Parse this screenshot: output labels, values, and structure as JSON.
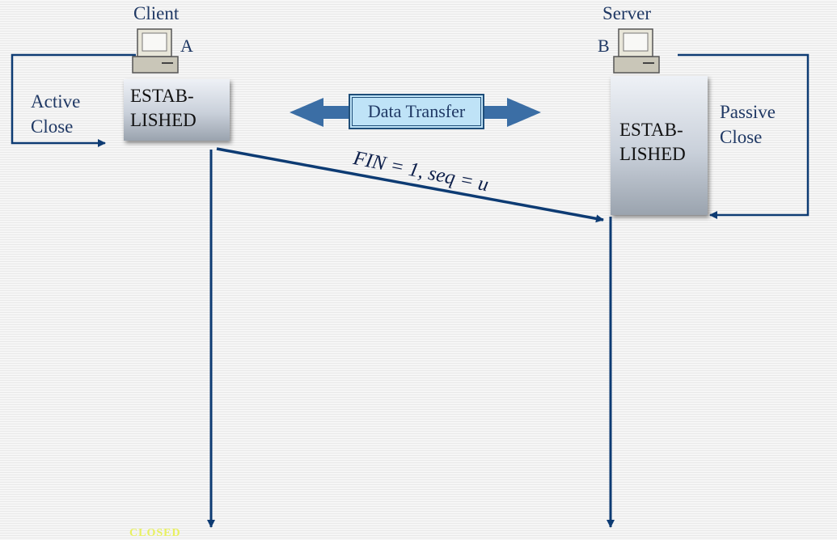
{
  "client": {
    "title": "Client",
    "host_letter": "A",
    "state_lines": [
      "ESTAB-",
      "LISHED"
    ],
    "close_lines": [
      "Active",
      "Close"
    ]
  },
  "server": {
    "title": "Server",
    "host_letter": "B",
    "state_lines": [
      "ESTAB-",
      "LISHED"
    ],
    "close_lines": [
      "Passive",
      "Close"
    ]
  },
  "data_transfer": {
    "label": "Data Transfer"
  },
  "segment": {
    "label": "FIN = 1, seq = u"
  },
  "bottom_state": {
    "label": "CLOSED"
  },
  "colors": {
    "accent": "#1f4e79",
    "line": "#0d3b73",
    "label_blue": "#1f3864",
    "data_transfer_fill": "#bfe3f7",
    "closed_text": "#e8f060"
  },
  "icons": [
    "computer-icon"
  ]
}
